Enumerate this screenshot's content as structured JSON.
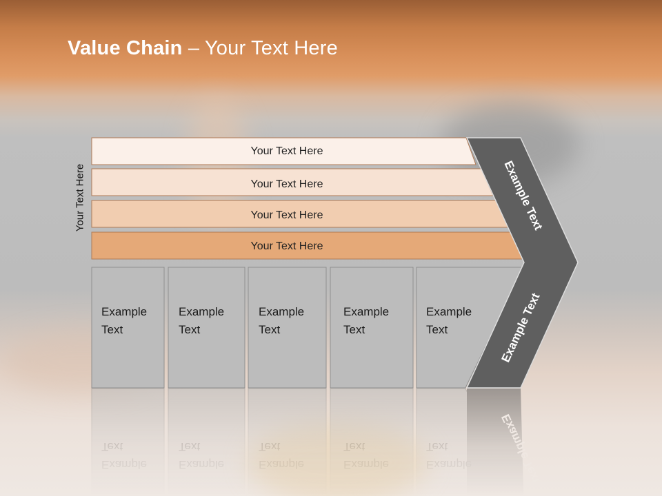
{
  "slide": {
    "title_bold": "Value Chain",
    "title_rest": " – Your Text Here",
    "side_label": "Your Text Here"
  },
  "support_bands": [
    {
      "label": "Your Text Here",
      "color": "#fbf0e9"
    },
    {
      "label": "Your Text Here",
      "color": "#f7e2d3"
    },
    {
      "label": "Your Text Here",
      "color": "#f1cdb0"
    },
    {
      "label": "Your Text Here",
      "color": "#e5a978"
    }
  ],
  "primary_boxes": [
    {
      "line1": "Example",
      "line2": "Text"
    },
    {
      "line1": "Example",
      "line2": "Text"
    },
    {
      "line1": "Example",
      "line2": "Text"
    },
    {
      "line1": "Example",
      "line2": "Text"
    },
    {
      "line1": "Example",
      "line2": "Text"
    }
  ],
  "chevron": {
    "top_label": "Example Text",
    "bottom_label": "Example Text",
    "color": "#5f5f5f"
  },
  "colors": {
    "box_fill": "#bcbcbc",
    "box_border": "#8f8f8f",
    "band_border": "#b07a55"
  }
}
